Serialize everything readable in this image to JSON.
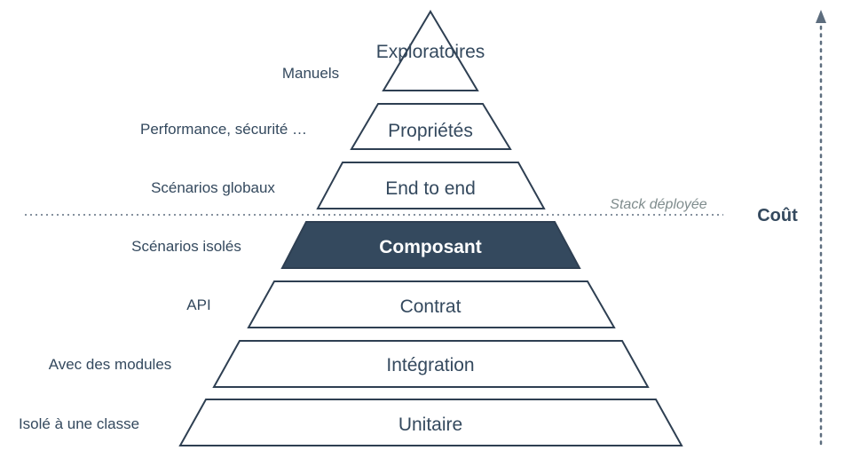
{
  "layers": [
    {
      "label": "Exploratoires",
      "annotation": "Manuels",
      "highlighted": false
    },
    {
      "label": "Propriétés",
      "annotation": "Performance, sécurité …",
      "highlighted": false
    },
    {
      "label": "End to end",
      "annotation": "Scénarios globaux",
      "highlighted": false
    },
    {
      "label": "Composant",
      "annotation": "Scénarios isolés",
      "highlighted": true
    },
    {
      "label": "Contrat",
      "annotation": "API",
      "highlighted": false
    },
    {
      "label": "Intégration",
      "annotation": "Avec des modules",
      "highlighted": false
    },
    {
      "label": "Unitaire",
      "annotation": "Isolé à une classe",
      "highlighted": false
    }
  ],
  "divider": {
    "label": "Stack déployée"
  },
  "cost_axis": {
    "label": "Coût"
  },
  "colors": {
    "primary": "#34495e",
    "outline": "#2e3f52",
    "muted": "#7f8c8d"
  }
}
